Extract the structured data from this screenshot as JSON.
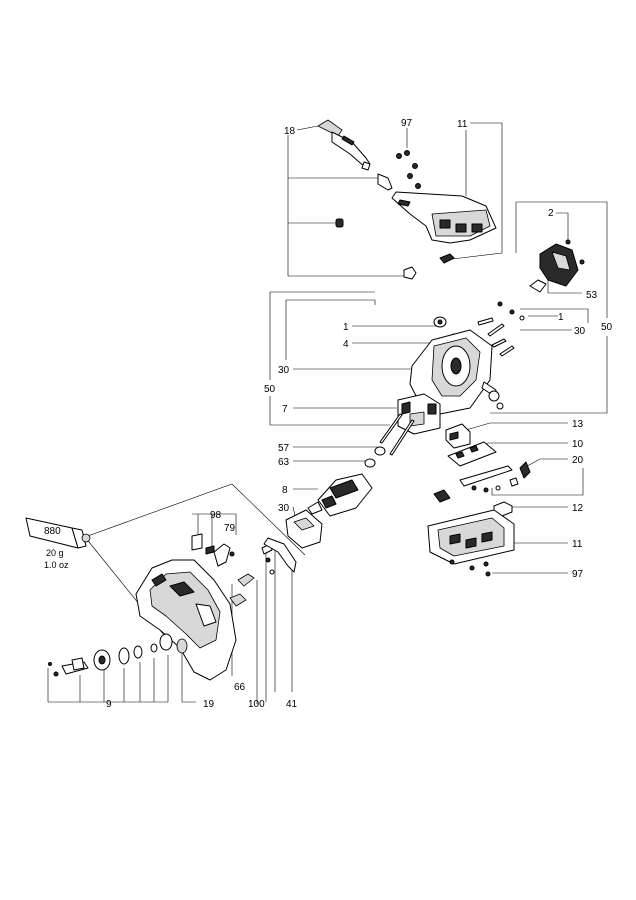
{
  "callouts": {
    "c18": "18",
    "c97a": "97",
    "c11a": "11",
    "c2": "2",
    "c53": "53",
    "c50a": "50",
    "c50b": "50",
    "c1a": "1",
    "c4": "4",
    "c30a": "30",
    "c1b": "1",
    "c30b": "30",
    "c7": "7",
    "c13": "13",
    "c10": "10",
    "c57": "57",
    "c63": "63",
    "c20": "20",
    "c8": "8",
    "c30c": "30",
    "c12": "12",
    "c11b": "11",
    "c97b": "97",
    "c98": "98",
    "c79": "79",
    "c66": "66",
    "c100": "100",
    "c41": "41",
    "c9": "9",
    "c19": "19"
  },
  "grease_tube": {
    "code": "880",
    "weight": "20 g",
    "ounces": "1.0 oz"
  }
}
